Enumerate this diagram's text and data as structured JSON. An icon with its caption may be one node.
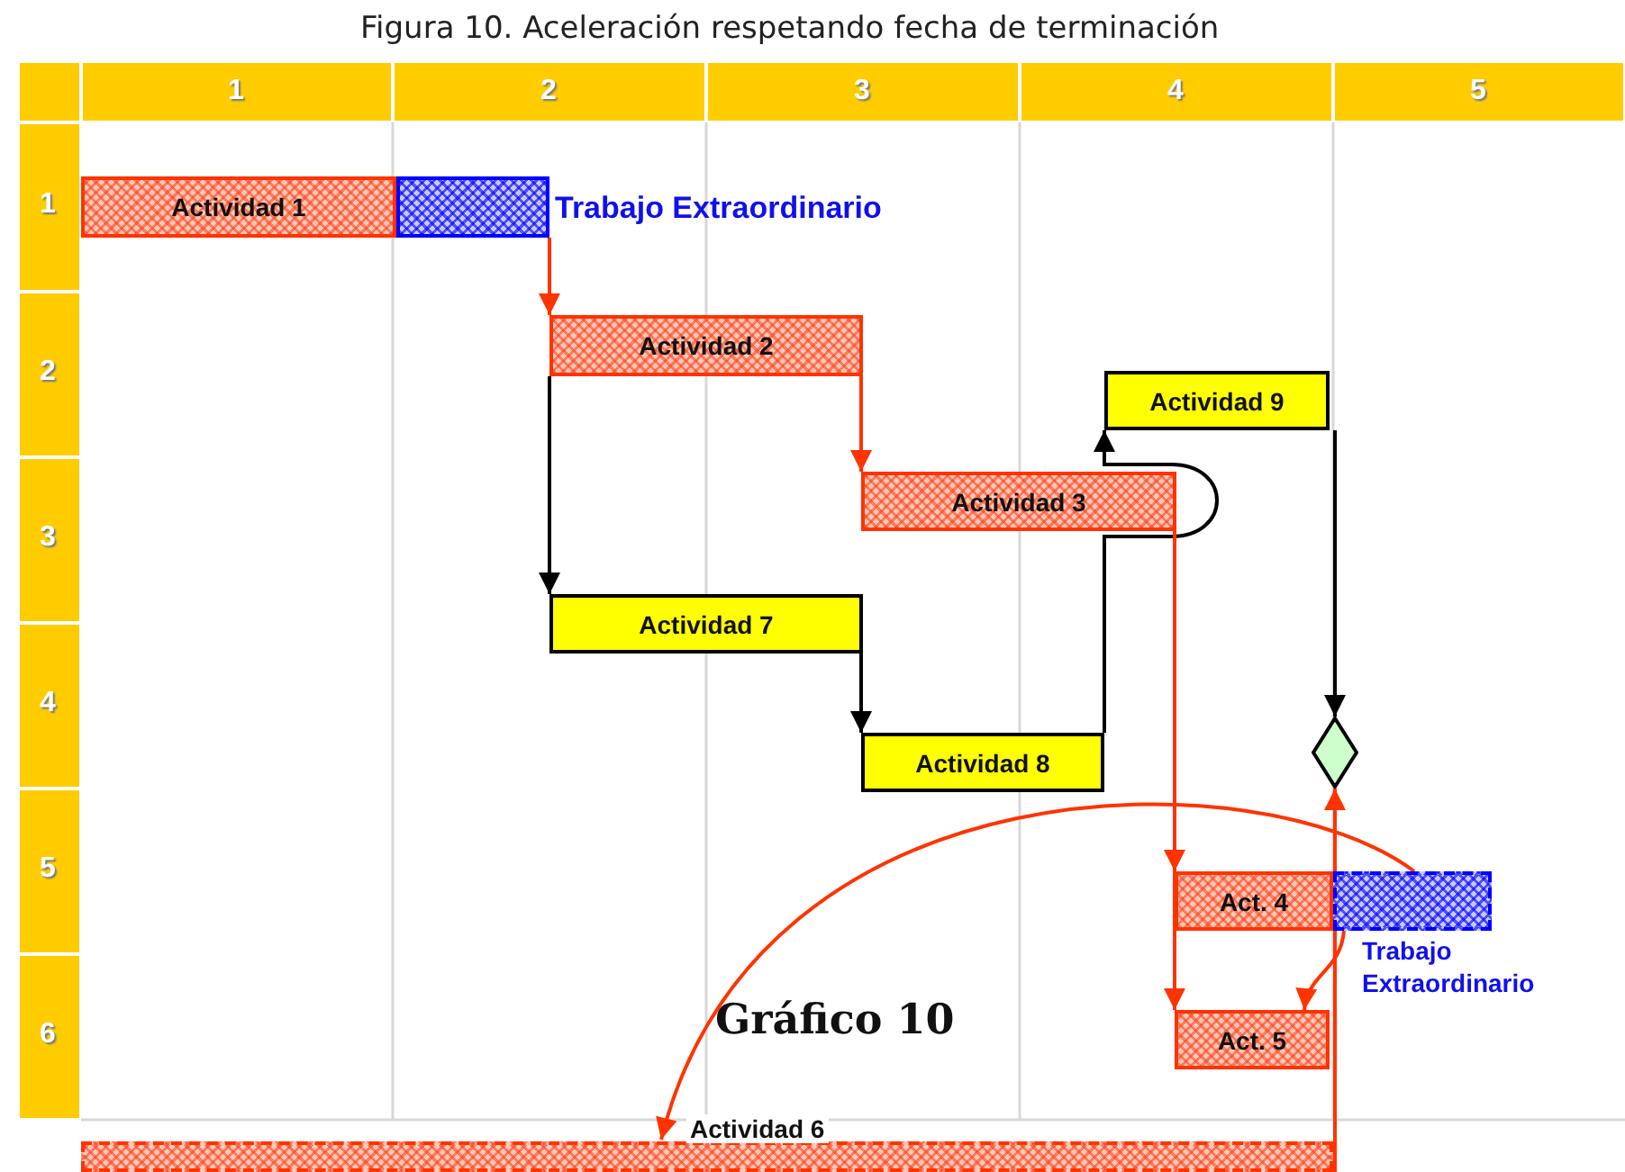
{
  "diagram": {
    "title": "Figura 10. Aceleración respetando fecha de terminación",
    "nodes": [
      {
        "text": [
          "Actividad 1"
        ]
      },
      {
        "text": [
          "Trabajo Extraordinario"
        ]
      },
      {
        "text": [
          "Actividad 2"
        ]
      },
      {
        "text": [
          "Actividad 3"
        ]
      },
      {
        "text": [
          "Actividad 7"
        ]
      },
      {
        "text": [
          "Actividad 8"
        ]
      },
      {
        "text": [
          "Actividad 9"
        ]
      },
      {
        "text": [],
        "shape": "diamond"
      },
      {
        "text": [
          "Act. 4"
        ]
      },
      {
        "text": [
          "Trabajo Extraordinario"
        ]
      },
      {
        "text": [
          "Act. 5"
        ]
      },
      {
        "text": [
          "Actividad 6"
        ]
      }
    ],
    "edges": [
      {
        "from": 1,
        "to": 2,
        "arrow": "to"
      },
      {
        "from": 2,
        "to": 4,
        "arrow": "to",
        "color": "#000000"
      },
      {
        "from": 2,
        "to": 3,
        "arrow": "to"
      },
      {
        "from": 4,
        "to": 5,
        "arrow": "to",
        "color": "#000000"
      },
      {
        "from": 5,
        "to": 6,
        "arrow": "to",
        "color": "#000000"
      },
      {
        "from": 6,
        "to": 7,
        "arrow": "to",
        "color": "#000000"
      },
      {
        "from": 3,
        "to": 8,
        "arrow": "to"
      },
      {
        "from": 3,
        "to": 10,
        "arrow": "to"
      },
      {
        "from": 9,
        "to": 11,
        "arrow": "to"
      },
      {
        "from": 9,
        "to": 10,
        "arrow": "to"
      },
      {
        "from": 11,
        "to": 7,
        "arrow": "to"
      }
    ],
    "labels": [
      "1",
      "2",
      "3",
      "4",
      "5",
      "1",
      "2",
      "3",
      "4",
      "5",
      "6",
      "Gráfico 10"
    ]
  }
}
